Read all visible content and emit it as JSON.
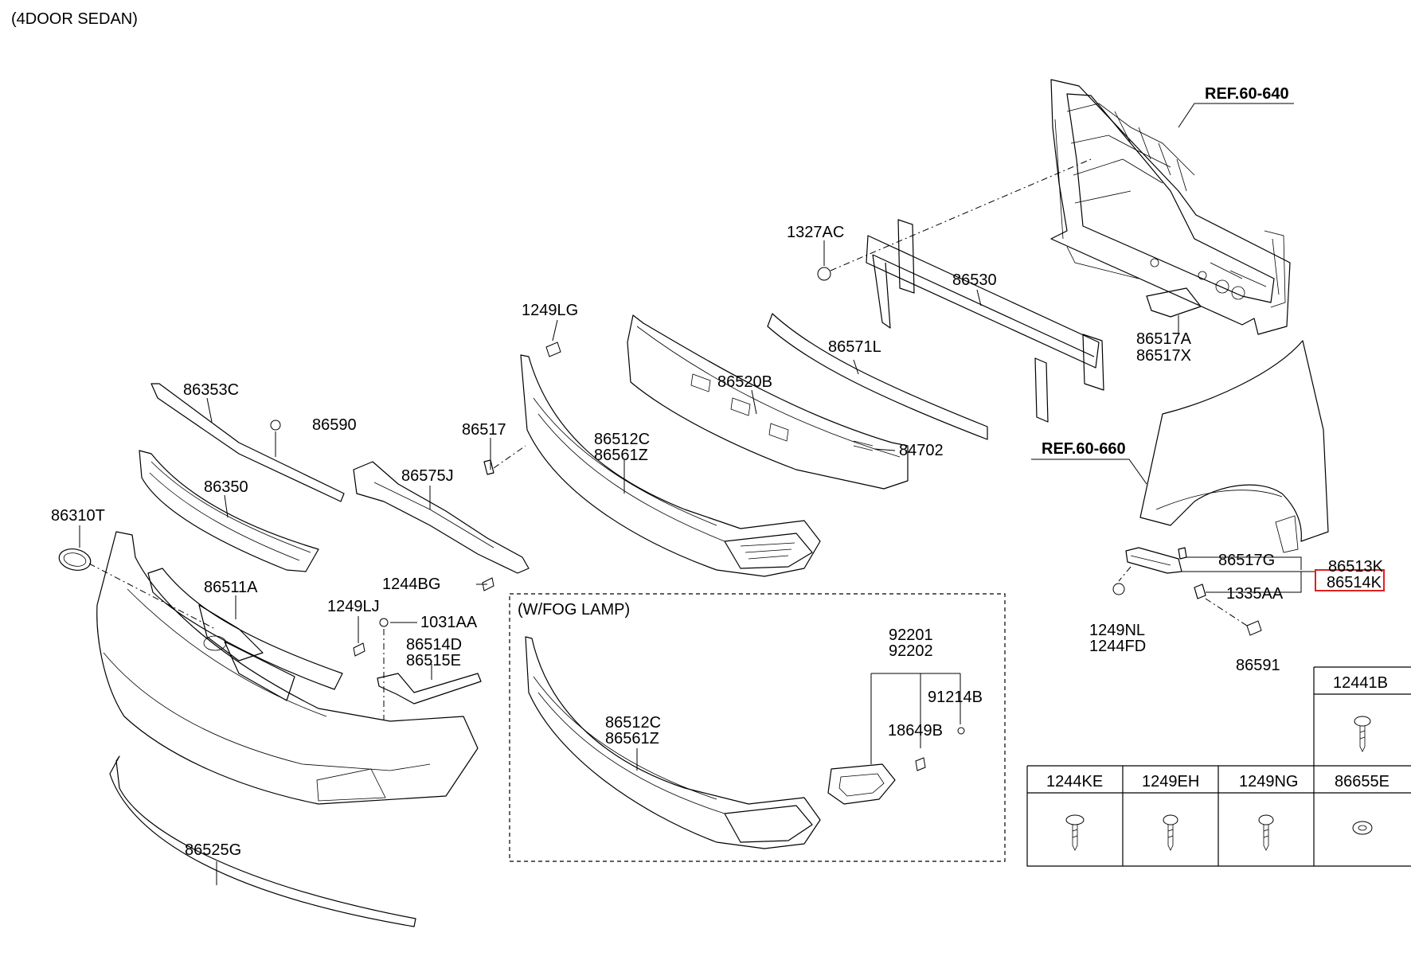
{
  "header": {
    "body_type": "(4DOOR SEDAN)"
  },
  "labels": {
    "ref_60_640": "REF.60-640",
    "ref_60_660": "REF.60-660",
    "p1327AC": "1327AC",
    "p86530": "86530",
    "p86517A": "86517A",
    "p86517X": "86517X",
    "p1249LG": "1249LG",
    "p86571L": "86571L",
    "p86520B": "86520B",
    "p84702": "84702",
    "p86353C": "86353C",
    "p86590": "86590",
    "p86517": "86517",
    "p86512C_a": "86512C",
    "p86561Z_a": "86561Z",
    "p86575J": "86575J",
    "p86350": "86350",
    "p86310T": "86310T",
    "p1244BG": "1244BG",
    "p86511A": "86511A",
    "p1249LJ": "1249LJ",
    "p1031AA": "1031AA",
    "p86514D": "86514D",
    "p86515E": "86515E",
    "fog_lamp_title": "(W/FOG LAMP)",
    "p92201": "92201",
    "p92202": "92202",
    "p91214B": "91214B",
    "p18649B": "18649B",
    "p86512C_b": "86512C",
    "p86561Z_b": "86561Z",
    "p86525G": "86525G",
    "p86517G": "86517G",
    "p86513K": "86513K",
    "p86514K": "86514K",
    "p1335AA": "1335AA",
    "p1249NL": "1249NL",
    "p1244FD": "1244FD",
    "p86591": "86591"
  },
  "highlight": {
    "part_number": "86514K",
    "color": "#e02020"
  },
  "fastener_table": {
    "top": "12441B",
    "bottom": [
      "1244KE",
      "1249EH",
      "1249NG",
      "86655E"
    ]
  }
}
